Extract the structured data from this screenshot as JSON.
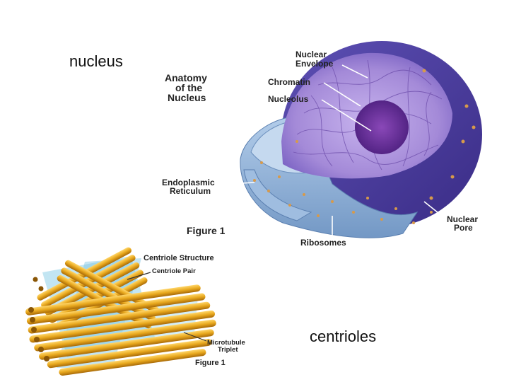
{
  "captions": {
    "nucleus": "nucleus",
    "centrioles": "centrioles"
  },
  "nucleus_figure": {
    "title_line1": "Anatomy",
    "title_line2": "of the",
    "title_line3": "Nucleus",
    "labels": {
      "nuclear_envelope_1": "Nuclear",
      "nuclear_envelope_2": "Envelope",
      "chromatin": "Chromatin",
      "nucleolus": "Nucleolus",
      "er_1": "Endoplasmic",
      "er_2": "Reticulum",
      "nuclear_pore_1": "Nuclear",
      "nuclear_pore_2": "Pore",
      "ribosomes": "Ribosomes"
    },
    "figure_caption": "Figure 1"
  },
  "centriole_figure": {
    "title": "Centriole Structure",
    "pair_label": "Centriole Pair",
    "triplet_1": "Microtubule",
    "triplet_2": "Triplet",
    "figure_caption": "Figure 1"
  },
  "colors": {
    "envelope": "#4f3f9e",
    "interior": "#a98fdc",
    "nucleolus": "#6a2f9a",
    "er": "#8fb3d9",
    "tube": "#e8a81e",
    "membrane": "#8fd0e8"
  }
}
